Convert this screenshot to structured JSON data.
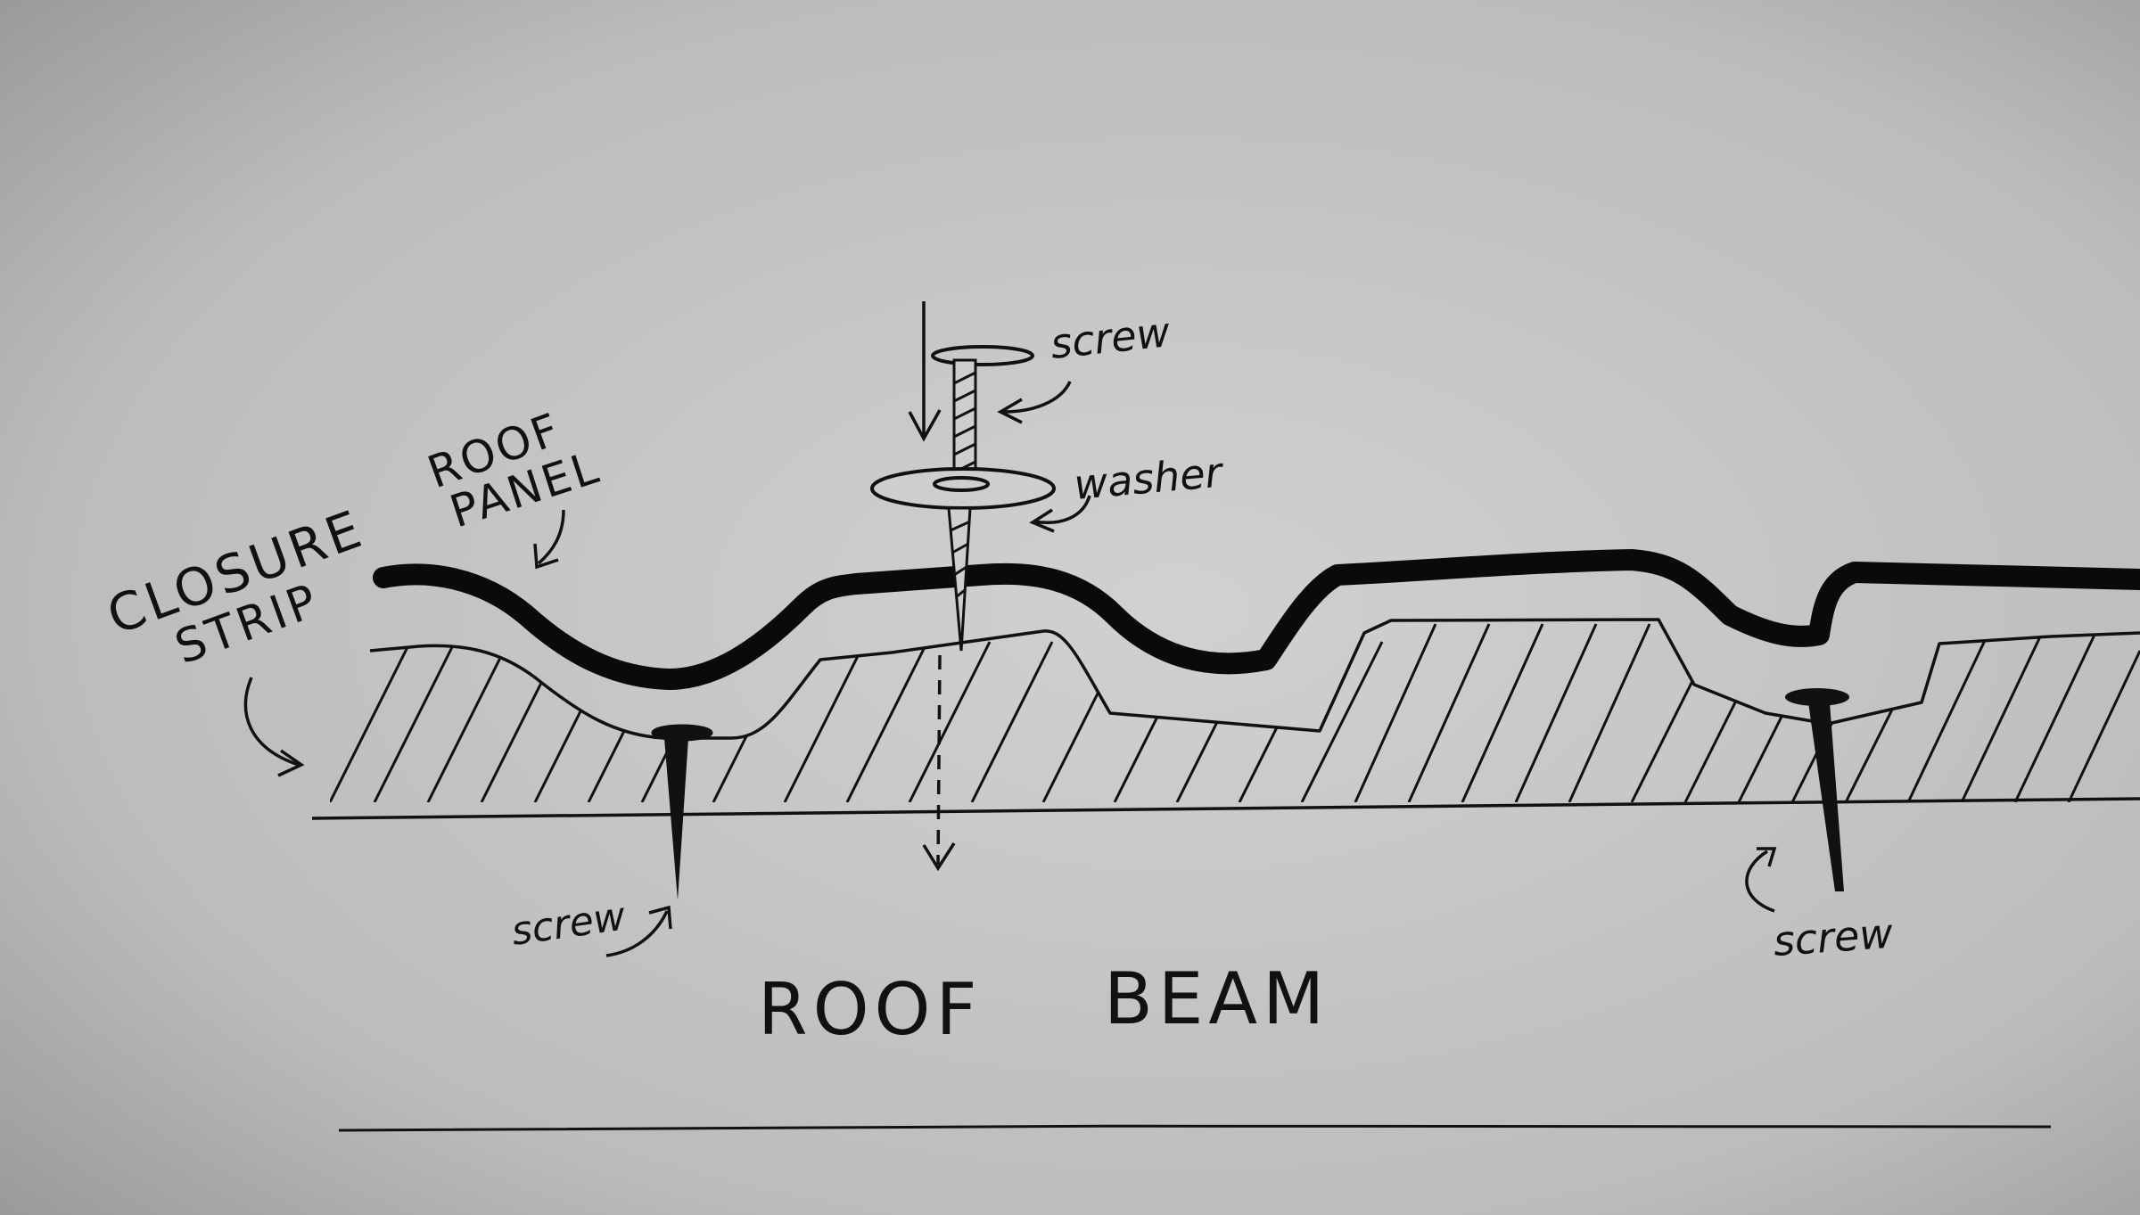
{
  "labels": {
    "closure_strip_line1": "CLOSURE",
    "closure_strip_line2": "STRIP",
    "roof_panel_line1": "ROOF",
    "roof_panel_line2": "PANEL",
    "screw_top": "screw",
    "washer": "washer",
    "screw_left": "screw",
    "screw_right": "screw",
    "roof_beam_word1": "ROOF",
    "roof_beam_word2": "BEAM"
  },
  "colors": {
    "paper_center": "#cfcdce",
    "paper_edge": "#9e9c9d",
    "ink": "#111111"
  }
}
